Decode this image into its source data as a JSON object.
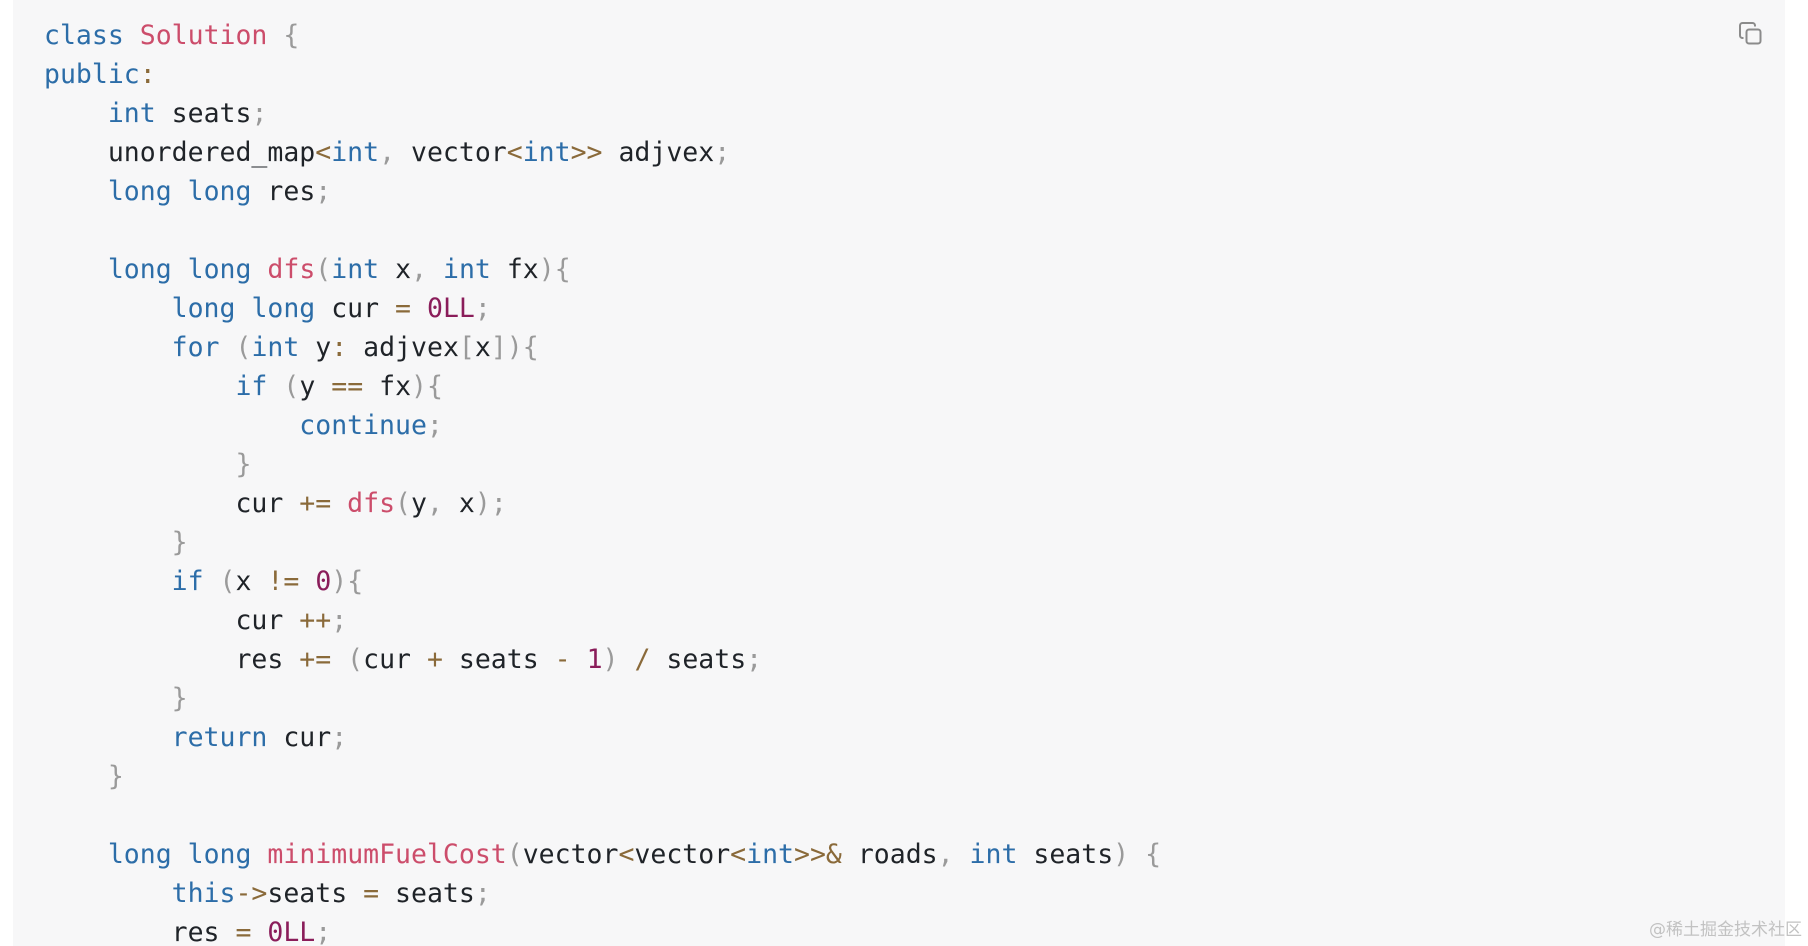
{
  "code_block": {
    "language": "cpp",
    "copy_icon": "copy-icon",
    "lines": [
      [
        [
          "kw",
          "class"
        ],
        [
          "id",
          " "
        ],
        [
          "fn",
          "Solution"
        ],
        [
          "id",
          " "
        ],
        [
          "pun",
          "{"
        ]
      ],
      [
        [
          "kw",
          "public"
        ],
        [
          "op",
          ":"
        ]
      ],
      [
        [
          "id",
          "    "
        ],
        [
          "kw",
          "int"
        ],
        [
          "id",
          " seats"
        ],
        [
          "pun",
          ";"
        ]
      ],
      [
        [
          "id",
          "    unordered_map"
        ],
        [
          "op",
          "<"
        ],
        [
          "kw",
          "int"
        ],
        [
          "pun",
          ","
        ],
        [
          "id",
          " vector"
        ],
        [
          "op",
          "<"
        ],
        [
          "kw",
          "int"
        ],
        [
          "op",
          ">>"
        ],
        [
          "id",
          " adjvex"
        ],
        [
          "pun",
          ";"
        ]
      ],
      [
        [
          "id",
          "    "
        ],
        [
          "kw",
          "long"
        ],
        [
          "id",
          " "
        ],
        [
          "kw",
          "long"
        ],
        [
          "id",
          " res"
        ],
        [
          "pun",
          ";"
        ]
      ],
      [],
      [
        [
          "id",
          "    "
        ],
        [
          "kw",
          "long"
        ],
        [
          "id",
          " "
        ],
        [
          "kw",
          "long"
        ],
        [
          "id",
          " "
        ],
        [
          "fn",
          "dfs"
        ],
        [
          "pun",
          "("
        ],
        [
          "kw",
          "int"
        ],
        [
          "id",
          " x"
        ],
        [
          "pun",
          ","
        ],
        [
          "id",
          " "
        ],
        [
          "kw",
          "int"
        ],
        [
          "id",
          " fx"
        ],
        [
          "pun",
          "){"
        ]
      ],
      [
        [
          "id",
          "        "
        ],
        [
          "kw",
          "long"
        ],
        [
          "id",
          " "
        ],
        [
          "kw",
          "long"
        ],
        [
          "id",
          " cur "
        ],
        [
          "op",
          "="
        ],
        [
          "id",
          " "
        ],
        [
          "num",
          "0LL"
        ],
        [
          "pun",
          ";"
        ]
      ],
      [
        [
          "id",
          "        "
        ],
        [
          "kw",
          "for"
        ],
        [
          "id",
          " "
        ],
        [
          "pun",
          "("
        ],
        [
          "kw",
          "int"
        ],
        [
          "id",
          " y"
        ],
        [
          "op",
          ":"
        ],
        [
          "id",
          " adjvex"
        ],
        [
          "pun",
          "["
        ],
        [
          "id",
          "x"
        ],
        [
          "pun",
          "]){"
        ]
      ],
      [
        [
          "id",
          "            "
        ],
        [
          "kw",
          "if"
        ],
        [
          "id",
          " "
        ],
        [
          "pun",
          "("
        ],
        [
          "id",
          "y "
        ],
        [
          "op",
          "=="
        ],
        [
          "id",
          " fx"
        ],
        [
          "pun",
          "){"
        ]
      ],
      [
        [
          "id",
          "                "
        ],
        [
          "kw",
          "continue"
        ],
        [
          "pun",
          ";"
        ]
      ],
      [
        [
          "id",
          "            "
        ],
        [
          "pun",
          "}"
        ]
      ],
      [
        [
          "id",
          "            cur "
        ],
        [
          "op",
          "+="
        ],
        [
          "id",
          " "
        ],
        [
          "fn",
          "dfs"
        ],
        [
          "pun",
          "("
        ],
        [
          "id",
          "y"
        ],
        [
          "pun",
          ","
        ],
        [
          "id",
          " x"
        ],
        [
          "pun",
          ");"
        ]
      ],
      [
        [
          "id",
          "        "
        ],
        [
          "pun",
          "}"
        ]
      ],
      [
        [
          "id",
          "        "
        ],
        [
          "kw",
          "if"
        ],
        [
          "id",
          " "
        ],
        [
          "pun",
          "("
        ],
        [
          "id",
          "x "
        ],
        [
          "op",
          "!="
        ],
        [
          "id",
          " "
        ],
        [
          "num",
          "0"
        ],
        [
          "pun",
          "){"
        ]
      ],
      [
        [
          "id",
          "            cur "
        ],
        [
          "op",
          "++"
        ],
        [
          "pun",
          ";"
        ]
      ],
      [
        [
          "id",
          "            res "
        ],
        [
          "op",
          "+="
        ],
        [
          "id",
          " "
        ],
        [
          "pun",
          "("
        ],
        [
          "id",
          "cur "
        ],
        [
          "op",
          "+"
        ],
        [
          "id",
          " seats "
        ],
        [
          "op",
          "-"
        ],
        [
          "id",
          " "
        ],
        [
          "num",
          "1"
        ],
        [
          "pun",
          ")"
        ],
        [
          "id",
          " "
        ],
        [
          "op",
          "/"
        ],
        [
          "id",
          " seats"
        ],
        [
          "pun",
          ";"
        ]
      ],
      [
        [
          "id",
          "        "
        ],
        [
          "pun",
          "}"
        ]
      ],
      [
        [
          "id",
          "        "
        ],
        [
          "kw",
          "return"
        ],
        [
          "id",
          " cur"
        ],
        [
          "pun",
          ";"
        ]
      ],
      [
        [
          "id",
          "    "
        ],
        [
          "pun",
          "}"
        ]
      ],
      [],
      [
        [
          "id",
          "    "
        ],
        [
          "kw",
          "long"
        ],
        [
          "id",
          " "
        ],
        [
          "kw",
          "long"
        ],
        [
          "id",
          " "
        ],
        [
          "fn",
          "minimumFuelCost"
        ],
        [
          "pun",
          "("
        ],
        [
          "id",
          "vector"
        ],
        [
          "op",
          "<"
        ],
        [
          "id",
          "vector"
        ],
        [
          "op",
          "<"
        ],
        [
          "kw",
          "int"
        ],
        [
          "op",
          ">>&"
        ],
        [
          "id",
          " roads"
        ],
        [
          "pun",
          ","
        ],
        [
          "id",
          " "
        ],
        [
          "kw",
          "int"
        ],
        [
          "id",
          " seats"
        ],
        [
          "pun",
          ")"
        ],
        [
          "id",
          " "
        ],
        [
          "pun",
          "{"
        ]
      ],
      [
        [
          "id",
          "        "
        ],
        [
          "kw",
          "this"
        ],
        [
          "op",
          "->"
        ],
        [
          "id",
          "seats "
        ],
        [
          "op",
          "="
        ],
        [
          "id",
          " seats"
        ],
        [
          "pun",
          ";"
        ]
      ],
      [
        [
          "id",
          "        res "
        ],
        [
          "op",
          "="
        ],
        [
          "id",
          " "
        ],
        [
          "num",
          "0LL"
        ],
        [
          "pun",
          ";"
        ]
      ]
    ]
  },
  "watermark": "@稀土掘金技术社区"
}
